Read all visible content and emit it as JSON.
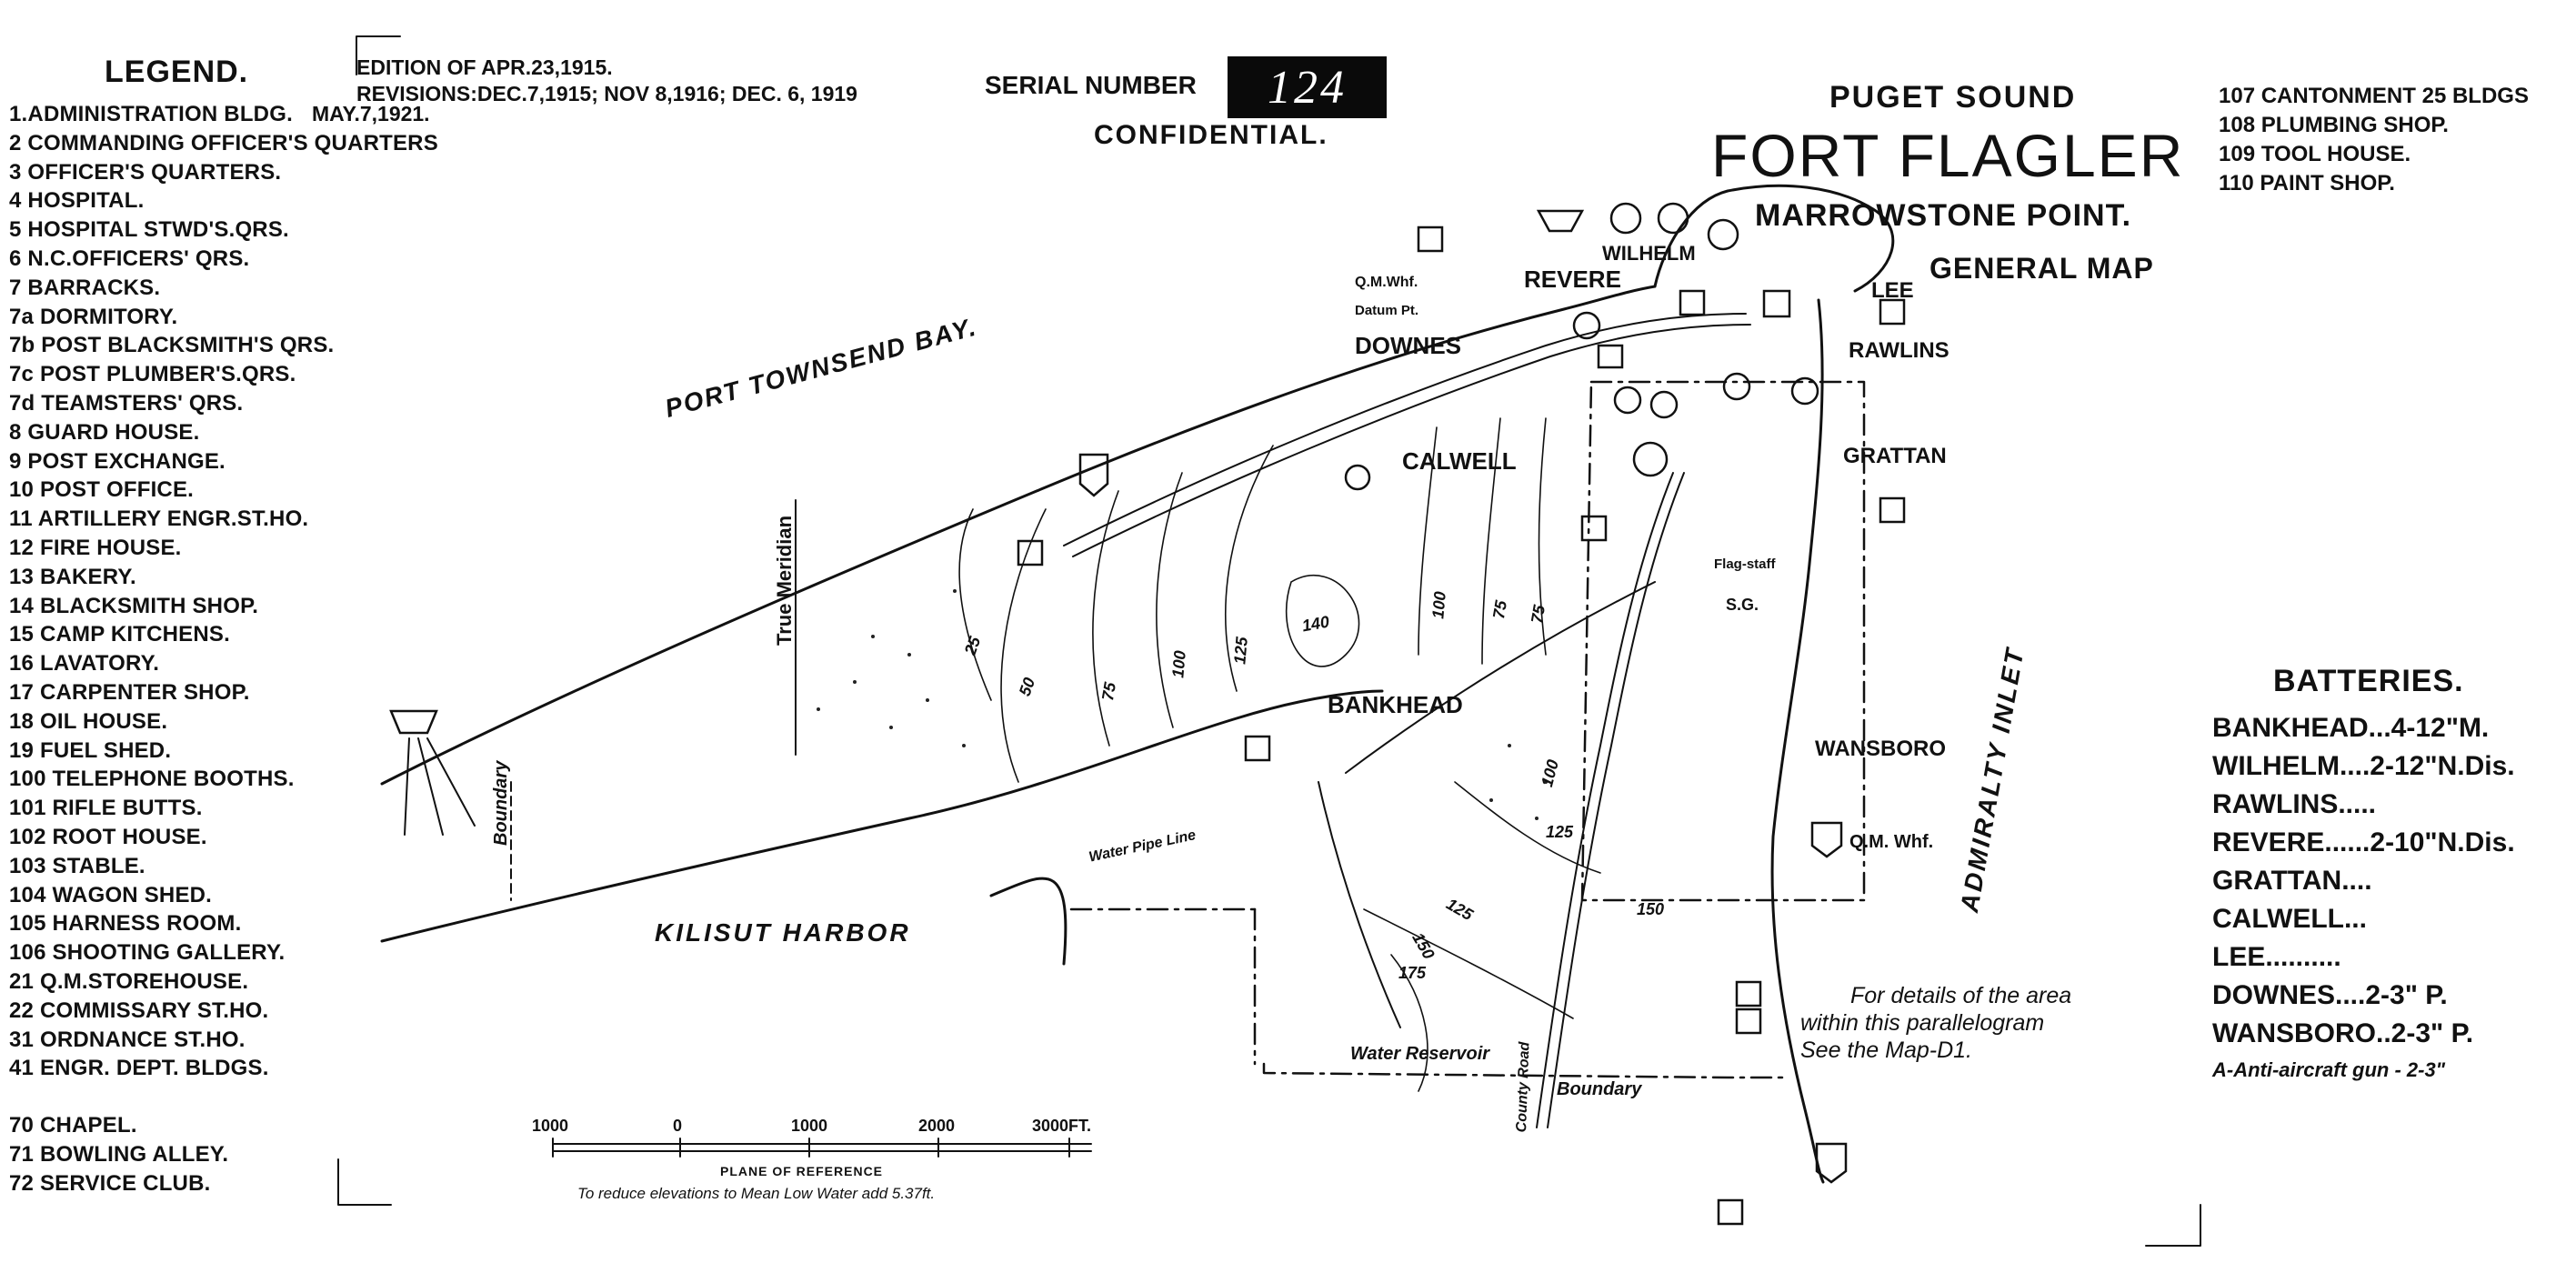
{
  "legend": {
    "title": "LEGEND.",
    "items": [
      "1.ADMINISTRATION BLDG.",
      "2 COMMANDING OFFICER'S QUARTERS",
      "3 OFFICER'S QUARTERS.",
      "4 HOSPITAL.",
      "5 HOSPITAL STWD'S.QRS.",
      "6 N.C.OFFICERS' QRS.",
      "7 BARRACKS.",
      "7a DORMITORY.",
      "7b POST BLACKSMITH'S QRS.",
      "7c POST PLUMBER'S.QRS.",
      "7d TEAMSTERS' QRS.",
      "8 GUARD HOUSE.",
      "9 POST EXCHANGE.",
      "10 POST OFFICE.",
      "11 ARTILLERY ENGR.ST.HO.",
      "12 FIRE HOUSE.",
      "13 BAKERY.",
      "14 BLACKSMITH SHOP.",
      "15 CAMP KITCHENS.",
      "16 LAVATORY.",
      "17 CARPENTER SHOP.",
      "18 OIL HOUSE.",
      "19 FUEL SHED.",
      "100 TELEPHONE BOOTHS.",
      "101 RIFLE BUTTS.",
      "102 ROOT HOUSE.",
      "103 STABLE.",
      "104 WAGON SHED.",
      "105 HARNESS ROOM.",
      "106 SHOOTING GALLERY.",
      "21 Q.M.STOREHOUSE.",
      "22 COMMISSARY ST.HO.",
      "31 ORDNANCE ST.HO.",
      "41 ENGR. DEPT. BLDGS."
    ],
    "items_after_gap": [
      "70 CHAPEL.",
      "71 BOWLING ALLEY.",
      "72 SERVICE CLUB."
    ]
  },
  "edition": {
    "line1": "EDITION OF APR.23,1915.",
    "line2": "REVISIONS:DEC.7,1915; NOV 8,1916; DEC. 6, 1919",
    "line3": "MAY.7,1921."
  },
  "serial": {
    "label": "SERIAL NUMBER",
    "number": "124",
    "classification": "CONFIDENTIAL."
  },
  "header": {
    "region": "PUGET SOUND",
    "title": "FORT FLAGLER",
    "point": "MARROWSTONE POINT.",
    "subtitle": "GENERAL MAP"
  },
  "right_legend": [
    "107 CANTONMENT 25 BLDGS",
    "108 PLUMBING SHOP.",
    "109 TOOL HOUSE.",
    "110 PAINT SHOP."
  ],
  "batteries": {
    "title": "BATTERIES.",
    "items": [
      "BANKHEAD...4-12\"M.",
      "WILHELM....2-12\"N.Dis.",
      "RAWLINS.....",
      "REVERE......2-10\"N.Dis.",
      "GRATTAN....",
      "CALWELL...",
      "LEE..........",
      "DOWNES....2-3\" P.",
      "WANSBORO..2-3\" P."
    ],
    "note": "A-Anti-aircraft gun - 2-3\""
  },
  "map_labels": {
    "port_townsend_bay": "PORT TOWNSEND BAY.",
    "kilisut_harbor": "KILISUT HARBOR",
    "admiralty_inlet": "ADMIRALTY INLET",
    "true_meridian": "True Meridian",
    "boundary_west": "Boundary",
    "boundary_south": "Boundary",
    "water_pipe_line": "Water Pipe Line",
    "water_reservoir": "Water Reservoir",
    "county_road": "County Road",
    "qm_wharf_north": "Q.M.Whf.",
    "qm_wharf_east": "Q.M. Whf.",
    "datum_pt": "Datum Pt.",
    "flagstaff": "Flag-staff",
    "sg": "S.G."
  },
  "batteries_on_map": {
    "bankhead": "BANKHEAD",
    "calwell": "CALWELL",
    "downes": "DOWNES",
    "revere": "REVERE",
    "wilhelm": "WILHELM",
    "lee": "LEE",
    "rawlins": "RAWLINS",
    "grattan": "GRATTAN",
    "wansboro": "WANSBORO"
  },
  "contours": [
    "25",
    "50",
    "75",
    "100",
    "125",
    "140",
    "100",
    "75",
    "75",
    "100",
    "125",
    "150",
    "175",
    "125",
    "150"
  ],
  "scale_bar": {
    "ticks": [
      "1000",
      "0",
      "1000",
      "2000",
      "3000FT."
    ],
    "plane": "PLANE OF REFERENCE",
    "note": "To reduce elevations to Mean Low Water add 5.37ft."
  },
  "details_note": {
    "line1": "For details of the area",
    "line2": "within this parallelogram",
    "line3": "See the Map-D1."
  }
}
